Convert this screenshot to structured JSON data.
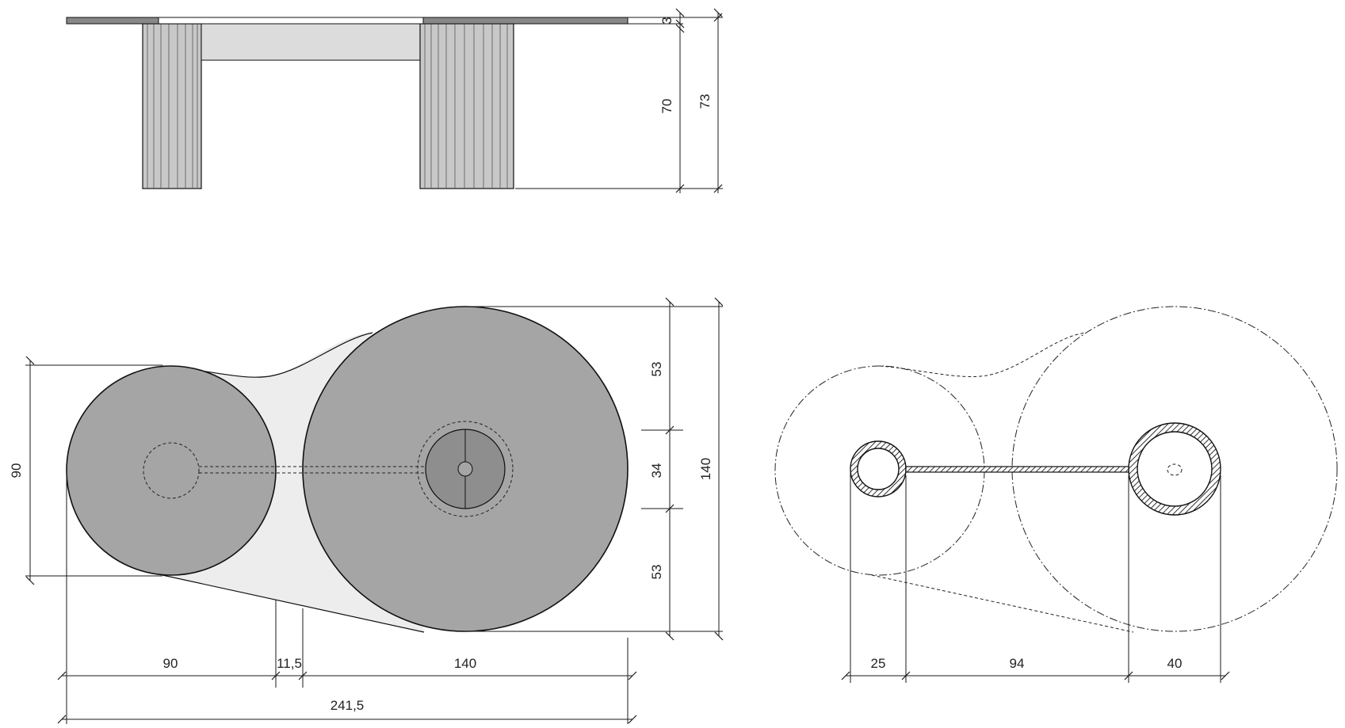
{
  "colors": {
    "background": "#ffffff",
    "top_disc": "#a5a5a5",
    "web": "#ededed",
    "inner_base": "#8e8e8e",
    "elevation_top": "#888888",
    "elevation_leg": "#c8c8c8",
    "line": "#111111"
  },
  "elevation": {
    "dim_3": "3",
    "dim_70": "70",
    "dim_73": "73"
  },
  "top_view": {
    "dim_90_left": "90",
    "dim_53_top": "53",
    "dim_34": "34",
    "dim_53_bottom": "53",
    "dim_140_right": "140",
    "dim_90_bottom": "90",
    "dim_11_5": "11,5",
    "dim_140_bottom": "140",
    "dim_241_5": "241,5"
  },
  "base_plan": {
    "dim_25": "25",
    "dim_94": "94",
    "dim_40": "40"
  }
}
